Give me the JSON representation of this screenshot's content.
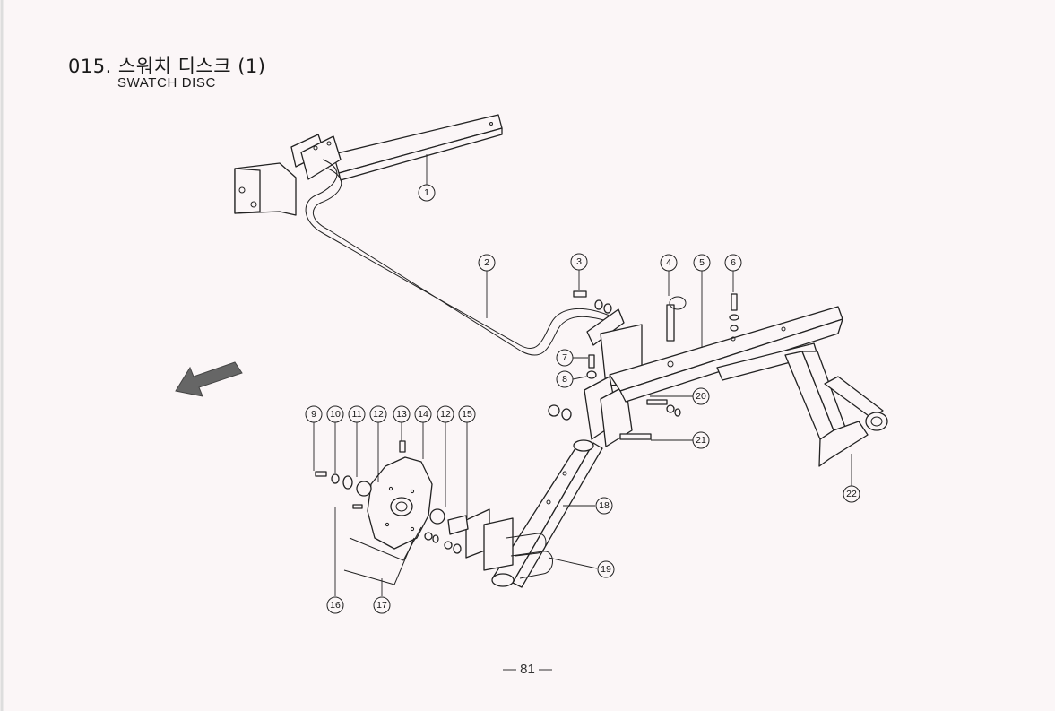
{
  "header": {
    "title": "015. 스워치 디스크 (1)",
    "subtitle": "SWATCH DISC"
  },
  "footer": {
    "page_number": "— 81 —"
  },
  "callouts": [
    "1",
    "2",
    "3",
    "4",
    "5",
    "6",
    "7",
    "8",
    "9",
    "10",
    "11",
    "12",
    "13",
    "14",
    "12",
    "15",
    "16",
    "17",
    "18",
    "19",
    "20",
    "21",
    "22"
  ],
  "colors": {
    "paper": "#fbf6f7",
    "ink": "#222222"
  },
  "icons": {
    "direction_arrow": "travel-direction-arrow-icon"
  }
}
